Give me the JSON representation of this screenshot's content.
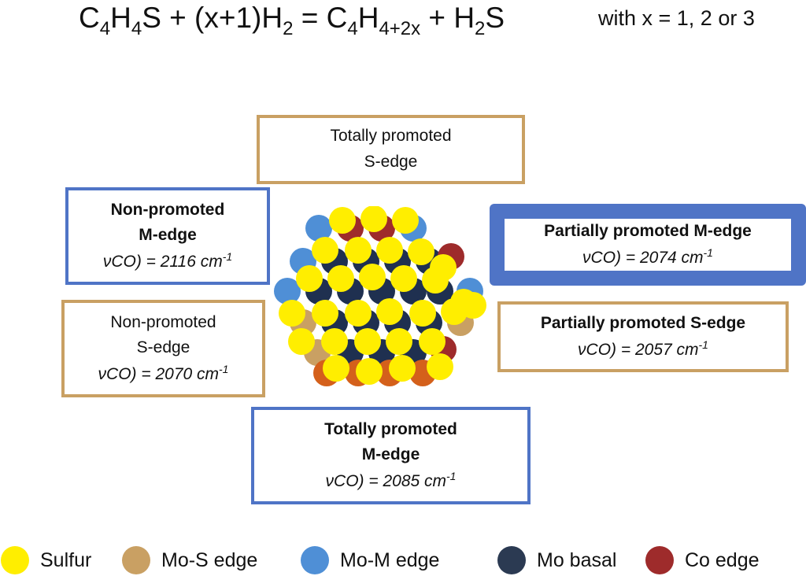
{
  "equation": {
    "p1": "C",
    "s1": "4",
    "p2": "H",
    "s2": "4",
    "p3": "S + (x+1)H",
    "s3": "2",
    "p4": " = C",
    "s4": "4",
    "p5": "H",
    "s5": "4+2x",
    "p6": " + H",
    "s6": "2",
    "p7": "S"
  },
  "with_x": "with x = 1, 2 or 3",
  "boxes": {
    "top": {
      "line1": "Totally promoted",
      "line2": "S-edge"
    },
    "left_upper": {
      "line1": "Non-promoted",
      "line2": "M-edge",
      "freq": "νCO) = 2116 cm",
      "sup": "-1"
    },
    "left_lower": {
      "line1": "Non-promoted",
      "line2": "S-edge",
      "freq": "νCO) = 2070 cm",
      "sup": "-1"
    },
    "right_upper": {
      "line1": "Partially promoted M-edge",
      "freq": "νCO) = 2074 cm",
      "sup": "-1"
    },
    "right_lower": {
      "line1": "Partially promoted S-edge",
      "freq": "νCO) = 2057 cm",
      "sup": "-1"
    },
    "bottom": {
      "line1": "Totally promoted",
      "line2": "M-edge",
      "freq": "νCO) = 2085 cm",
      "sup": "-1"
    }
  },
  "colors": {
    "sulfur": "#ffee00",
    "mo_s_edge": "#c9a063",
    "mo_m_edge": "#4f8fd6",
    "mo_basal": "#1f3050",
    "co_edge": "#9e2b2b",
    "co_s_edge": "#d4601b",
    "tan_border": "#c9a063",
    "blue_border": "#4f74c6"
  },
  "legend": [
    {
      "label": "Sulfur",
      "color": "#ffee00"
    },
    {
      "label": "Mo-S edge",
      "color": "#c9a063"
    },
    {
      "label": "Mo-M edge",
      "color": "#4f8fd6"
    },
    {
      "label": "Mo basal",
      "color": "#2b3a52"
    },
    {
      "label": "Co edge",
      "color": "#9e2b2b"
    }
  ]
}
